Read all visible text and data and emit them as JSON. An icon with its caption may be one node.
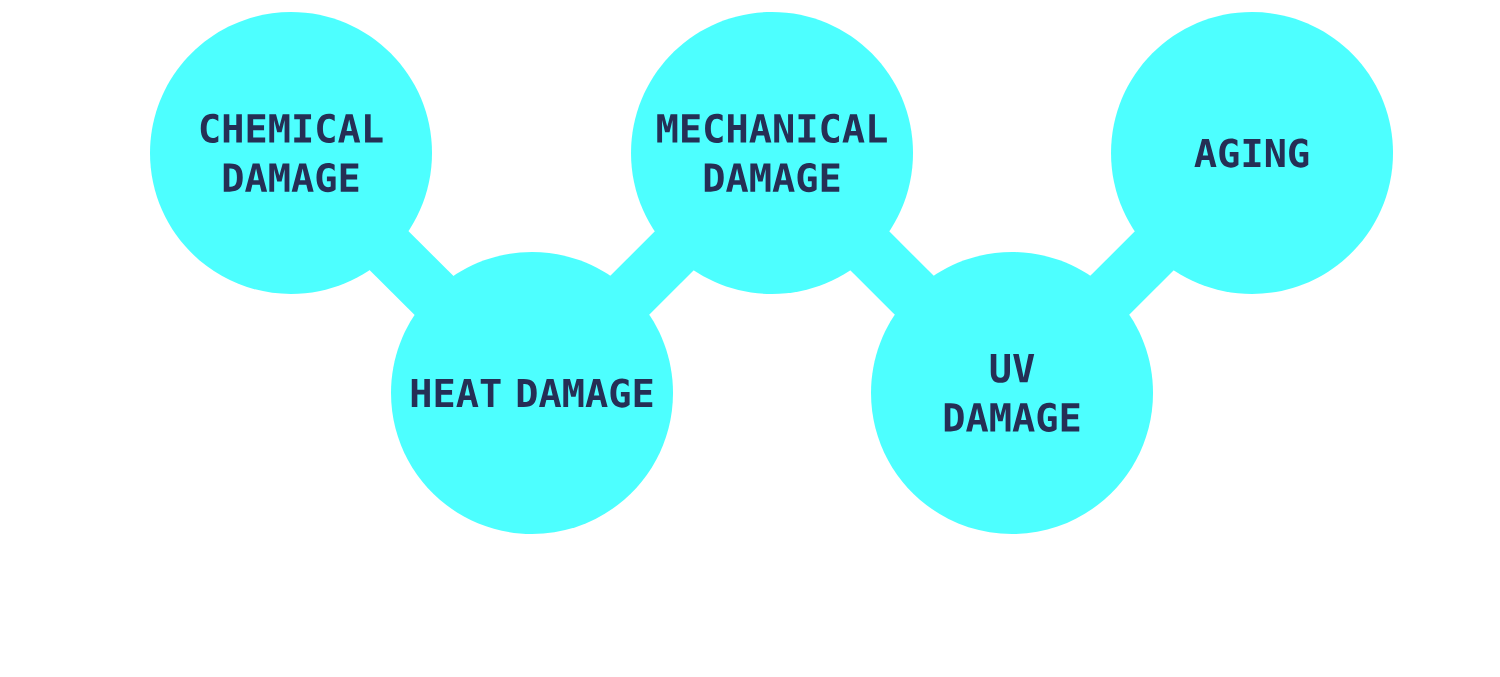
{
  "diagram": {
    "nodes": [
      {
        "text": [
          "CHEMICAL DAMAGE"
        ]
      },
      {
        "text": [
          "HEAT DAMAGE"
        ]
      },
      {
        "text": [
          "MECHANICAL DAMAGE"
        ]
      },
      {
        "text": [
          "UV DAMAGE"
        ]
      },
      {
        "text": [
          "AGING"
        ]
      }
    ],
    "edges": [
      {
        "from": 0,
        "to": 1,
        "arrow": "none"
      },
      {
        "from": 1,
        "to": 2,
        "arrow": "none"
      },
      {
        "from": 2,
        "to": 3,
        "arrow": "none"
      },
      {
        "from": 3,
        "to": 4,
        "arrow": "none"
      }
    ]
  }
}
